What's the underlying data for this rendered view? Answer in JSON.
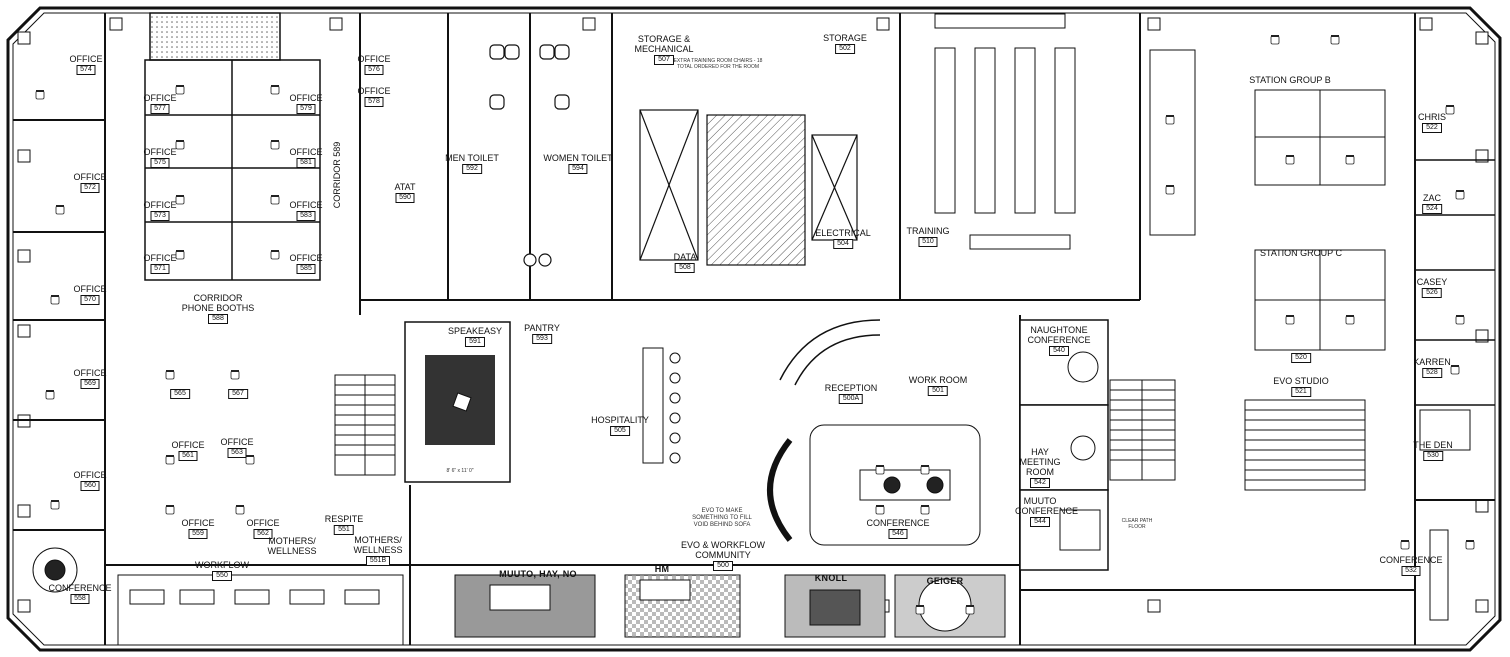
{
  "floor_plan": {
    "rooms": [
      {
        "id": "office-574",
        "name": "OFFICE",
        "number": "574"
      },
      {
        "id": "office-576",
        "name": "OFFICE",
        "number": "576"
      },
      {
        "id": "office-577",
        "name": "OFFICE",
        "number": "577"
      },
      {
        "id": "office-578",
        "name": "OFFICE",
        "number": "578"
      },
      {
        "id": "office-579",
        "name": "OFFICE",
        "number": "579"
      },
      {
        "id": "office-575",
        "name": "OFFICE",
        "number": "575"
      },
      {
        "id": "office-581",
        "name": "OFFICE",
        "number": "581"
      },
      {
        "id": "office-572",
        "name": "OFFICE",
        "number": "572"
      },
      {
        "id": "office-573",
        "name": "OFFICE",
        "number": "573"
      },
      {
        "id": "office-583",
        "name": "OFFICE",
        "number": "583"
      },
      {
        "id": "office-571",
        "name": "OFFICE",
        "number": "571"
      },
      {
        "id": "office-585",
        "name": "OFFICE",
        "number": "585"
      },
      {
        "id": "office-570",
        "name": "OFFICE",
        "number": "570"
      },
      {
        "id": "office-569",
        "name": "OFFICE",
        "number": "569"
      },
      {
        "id": "office-560",
        "name": "OFFICE",
        "number": "560"
      },
      {
        "id": "office-561",
        "name": "OFFICE",
        "number": "561"
      },
      {
        "id": "office-563",
        "name": "OFFICE",
        "number": "563"
      },
      {
        "id": "office-559",
        "name": "OFFICE",
        "number": "559"
      },
      {
        "id": "office-562",
        "name": "OFFICE",
        "number": "562"
      },
      {
        "id": "office-565",
        "name": "",
        "number": "565"
      },
      {
        "id": "office-567",
        "name": "",
        "number": "567"
      },
      {
        "id": "corridor",
        "name": "CORRIDOR",
        "number": "589"
      },
      {
        "id": "atat",
        "name": "ATAT",
        "number": "590"
      },
      {
        "id": "men-toilet",
        "name": "MEN TOILET",
        "number": "592"
      },
      {
        "id": "women-toilet",
        "name": "WOMEN TOILET",
        "number": "594"
      },
      {
        "id": "storage-mech",
        "name": "STORAGE & MECHANICAL",
        "number": "507"
      },
      {
        "id": "storage",
        "name": "STORAGE",
        "number": "502"
      },
      {
        "id": "electrical",
        "name": "ELECTRICAL",
        "number": "504"
      },
      {
        "id": "data",
        "name": "DATA",
        "number": "508"
      },
      {
        "id": "training",
        "name": "TRAINING",
        "number": "510"
      },
      {
        "id": "corridor-phone",
        "name": "CORRIDOR PHONE BOOTHS",
        "number": "588"
      },
      {
        "id": "speakeasy",
        "name": "SPEAKEASY",
        "number": "591"
      },
      {
        "id": "pantry",
        "name": "PANTRY",
        "number": "593"
      },
      {
        "id": "hospitality",
        "name": "HOSPITALITY",
        "number": "505"
      },
      {
        "id": "reception",
        "name": "RECEPTION",
        "number": "500A"
      },
      {
        "id": "work-room",
        "name": "WORK ROOM",
        "number": "501"
      },
      {
        "id": "conference-546",
        "name": "CONFERENCE",
        "number": "546"
      },
      {
        "id": "respite",
        "name": "RESPITE",
        "number": "551"
      },
      {
        "id": "mothers-wellness",
        "name": "MOTHERS/ WELLNESS",
        "number": ""
      },
      {
        "id": "mothers-wellness-b",
        "name": "MOTHERS/ WELLNESS",
        "number": "551B"
      },
      {
        "id": "workflow",
        "name": "WORKFLOW",
        "number": "550"
      },
      {
        "id": "conference-558",
        "name": "CONFERENCE",
        "number": "558"
      },
      {
        "id": "evo-workflow",
        "name": "EVO & WORKFLOW COMMUNITY",
        "number": "500"
      },
      {
        "id": "naughtone",
        "name": "NAUGHTONE CONFERENCE",
        "number": "540"
      },
      {
        "id": "hay",
        "name": "HAY MEETING ROOM",
        "number": "542"
      },
      {
        "id": "muuto",
        "name": "MUUTO CONFERENCE",
        "number": "544"
      },
      {
        "id": "evo-studio",
        "name": "EVO STUDIO",
        "number": "521"
      },
      {
        "id": "station-b",
        "name": "STATION GROUP B",
        "number": ""
      },
      {
        "id": "station-c",
        "name": "STATION GROUP C",
        "number": "520"
      },
      {
        "id": "chris",
        "name": "CHRIS",
        "number": "522"
      },
      {
        "id": "zac",
        "name": "ZAC",
        "number": "524"
      },
      {
        "id": "casey",
        "name": "CASEY",
        "number": "526"
      },
      {
        "id": "karen",
        "name": "KARREN",
        "number": "528"
      },
      {
        "id": "the-den",
        "name": "THE DEN",
        "number": "530"
      },
      {
        "id": "conference-532",
        "name": "CONFERENCE",
        "number": "532"
      }
    ],
    "showroom": {
      "muuto_hay_no": "MUUTO, HAY, NO",
      "hm": "HM",
      "knoll": "KNOLL",
      "geiger": "GEIGER"
    },
    "annotations": {
      "evo_sofa": "EVO TO MAKE SOMETHING TO FILL VOID BEHIND SOFA",
      "extra_training": "EXTRA TRAINING ROOM CHAIRS - 18 TOTAL ORDERED FOR THE ROOM",
      "clear_path": "CLEAR PATH FLOOR",
      "speakeasy_size": "8' 6\" x 11' 0\""
    }
  }
}
